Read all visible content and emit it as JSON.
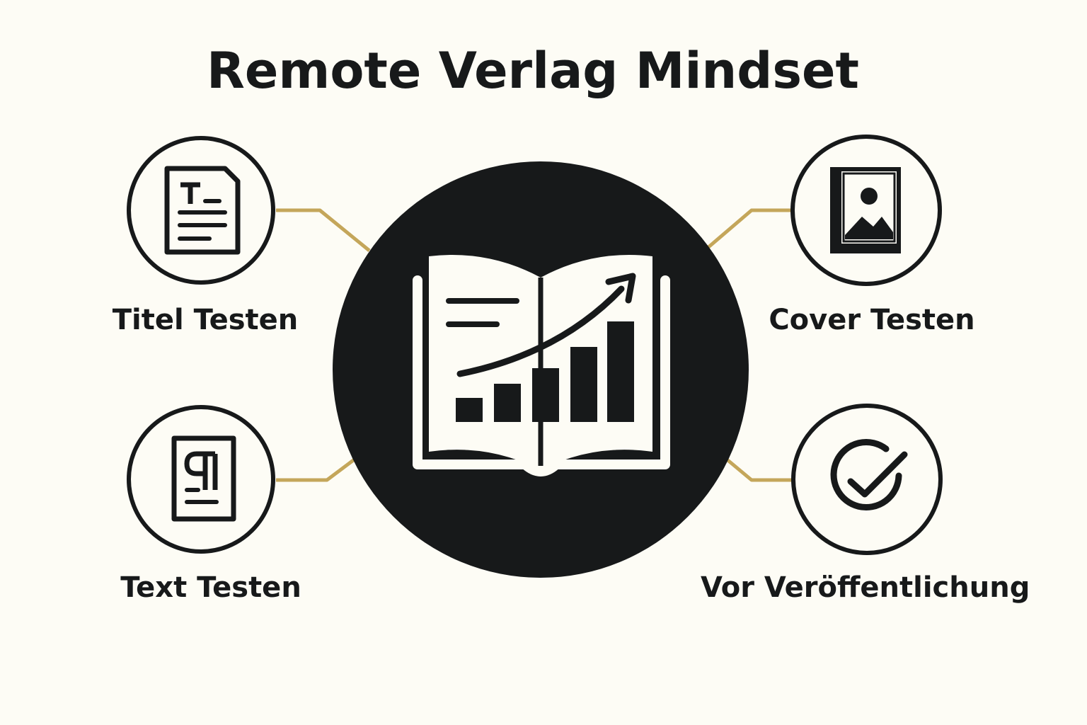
{
  "title": "Remote Verlag Mindset",
  "colors": {
    "background": "#fdfcf5",
    "ink": "#17191a",
    "connector": "#c4a65a"
  },
  "center": {
    "icon": "open-book-growth-chart-icon"
  },
  "nodes": [
    {
      "label": "Titel Testen",
      "icon": "title-document-icon"
    },
    {
      "label": "Text Testen",
      "icon": "paragraph-document-icon"
    },
    {
      "label": "Cover Testen",
      "icon": "book-cover-image-icon"
    },
    {
      "label": "Vor Veröffentlichung",
      "icon": "checkmark-circle-icon"
    }
  ]
}
